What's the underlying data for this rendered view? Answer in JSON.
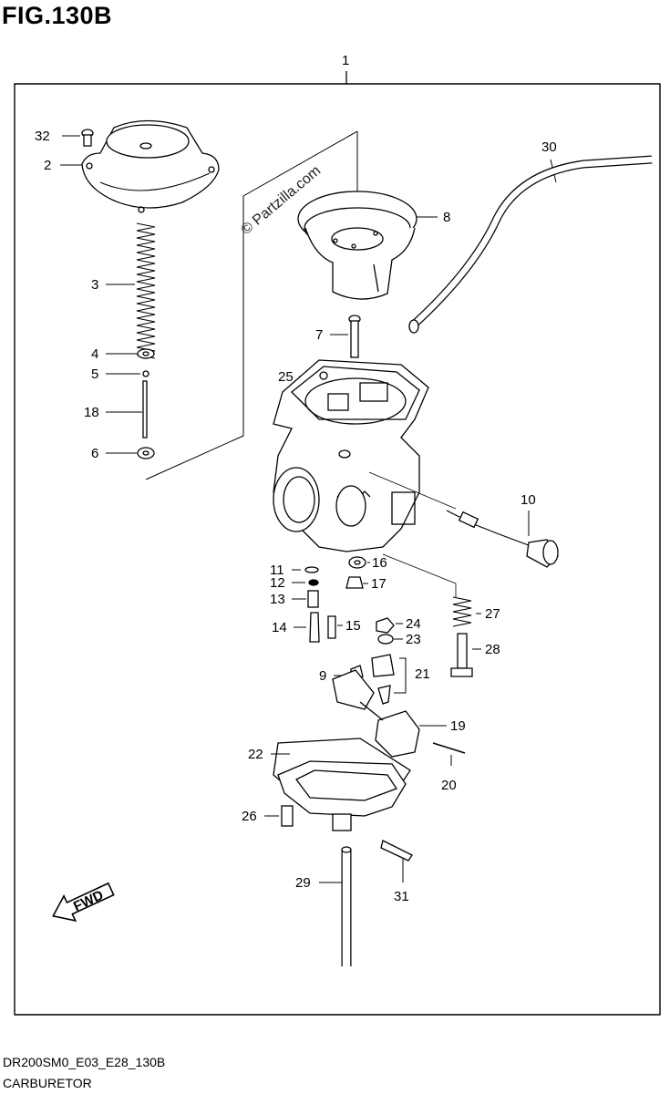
{
  "figure": {
    "title": "FIG.130B"
  },
  "watermark": "© Partzilla.com",
  "fwd_label": "FWD",
  "callouts": {
    "c1": "1",
    "c2": "2",
    "c3": "3",
    "c4": "4",
    "c5": "5",
    "c6": "6",
    "c7": "7",
    "c8": "8",
    "c9": "9",
    "c10": "10",
    "c11": "11",
    "c12": "12",
    "c13": "13",
    "c14": "14",
    "c15": "15",
    "c16": "16",
    "c17": "17",
    "c18": "18",
    "c19": "19",
    "c20": "20",
    "c21": "21",
    "c22": "22",
    "c23": "23",
    "c24": "24",
    "c25": "25",
    "c26": "26",
    "c27": "27",
    "c28": "28",
    "c29": "29",
    "c30": "30",
    "c31": "31",
    "c32": "32"
  },
  "footer": {
    "code": "DR200SM0_E03_E28_130B",
    "name": "CARBURETOR"
  }
}
